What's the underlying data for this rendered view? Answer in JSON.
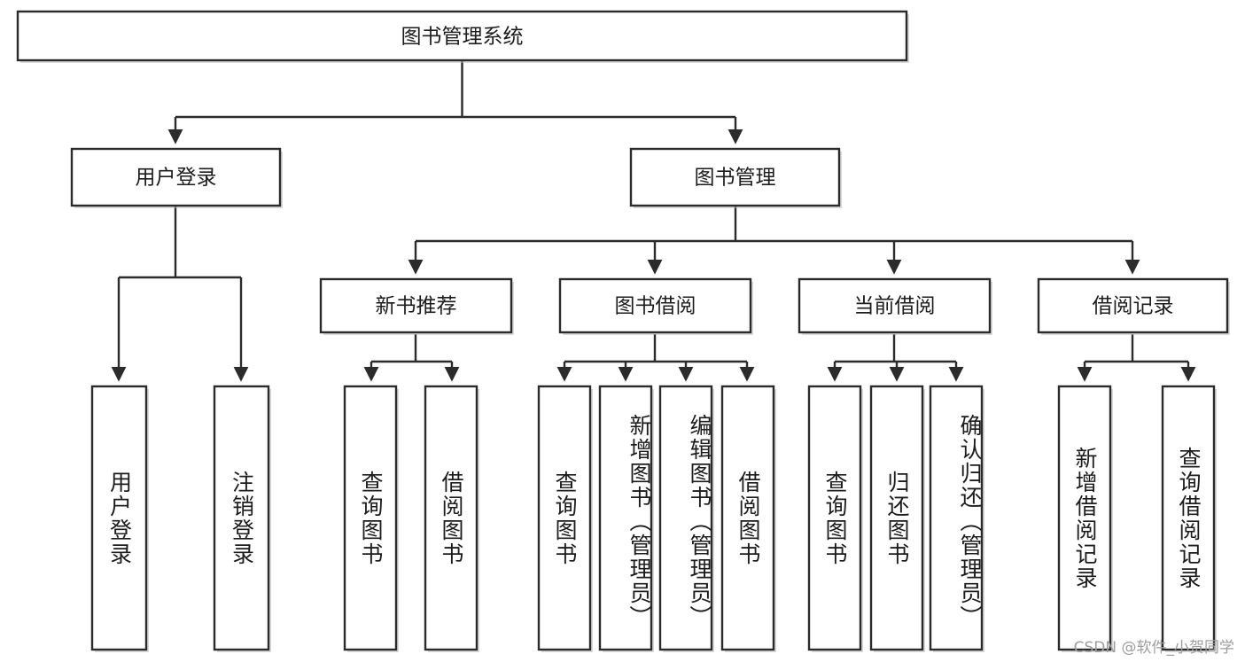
{
  "diagram": {
    "title": "图书管理系统",
    "type": "tree-hierarchy-chart",
    "root": {
      "label": "图书管理系统"
    },
    "level1": [
      {
        "label": "用户登录"
      },
      {
        "label": "图书管理"
      }
    ],
    "level2": [
      {
        "label": "新书推荐"
      },
      {
        "label": "图书借阅"
      },
      {
        "label": "当前借阅"
      },
      {
        "label": "借阅记录"
      }
    ],
    "leaves": {
      "user_login": [
        {
          "label": "用户登录"
        },
        {
          "label": "注销登录"
        }
      ],
      "new_book_recommend": [
        {
          "label": "查询图书"
        },
        {
          "label": "借阅图书"
        }
      ],
      "book_borrow": [
        {
          "label": "查询图书"
        },
        {
          "label": "新增图书（管理员）"
        },
        {
          "label": "编辑图书（管理员）"
        },
        {
          "label": "借阅图书"
        }
      ],
      "current_borrow": [
        {
          "label": "查询图书"
        },
        {
          "label": "归还图书"
        },
        {
          "label": "确认归还（管理员）"
        }
      ],
      "borrow_record": [
        {
          "label": "新增借阅记录"
        },
        {
          "label": "查询借阅记录"
        }
      ]
    },
    "watermark": "CSDN @软件_小贺同学",
    "colors": {
      "box_stroke": "#2b2b2b",
      "box_fill": "#ffffff",
      "text": "#1c1c1c",
      "watermark": "#9e9e9e",
      "background": "#ffffff"
    }
  }
}
